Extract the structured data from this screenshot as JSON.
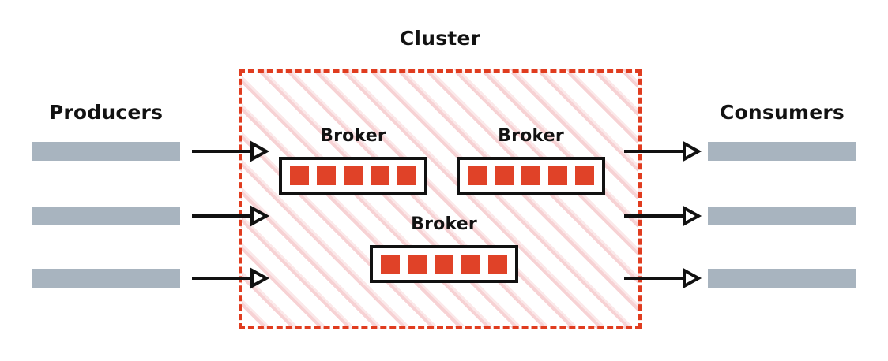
{
  "diagram": {
    "title": "Cluster",
    "producers_label": "Producers",
    "consumers_label": "Consumers",
    "broker_label": "Broker",
    "colors": {
      "cluster_border": "#E03C1F",
      "cluster_hatch": "#F7D2D4",
      "partition": "#E04228",
      "client_bar": "#A8B4BF",
      "broker_border": "#111111",
      "arrow": "#111111",
      "text": "#121212",
      "background": "#FFFFFF"
    },
    "producers": [
      {
        "name": "producer-bar-1"
      },
      {
        "name": "producer-bar-2"
      },
      {
        "name": "producer-bar-3"
      }
    ],
    "consumers": [
      {
        "name": "consumer-bar-1"
      },
      {
        "name": "consumer-bar-2"
      },
      {
        "name": "consumer-bar-3"
      }
    ],
    "brokers": [
      {
        "label": "Broker",
        "partitions": 5
      },
      {
        "label": "Broker",
        "partitions": 5
      },
      {
        "label": "Broker",
        "partitions": 5
      }
    ],
    "arrows": {
      "producer_to_cluster": 3,
      "cluster_to_consumer": 3,
      "head_style": "open-triangle"
    }
  }
}
